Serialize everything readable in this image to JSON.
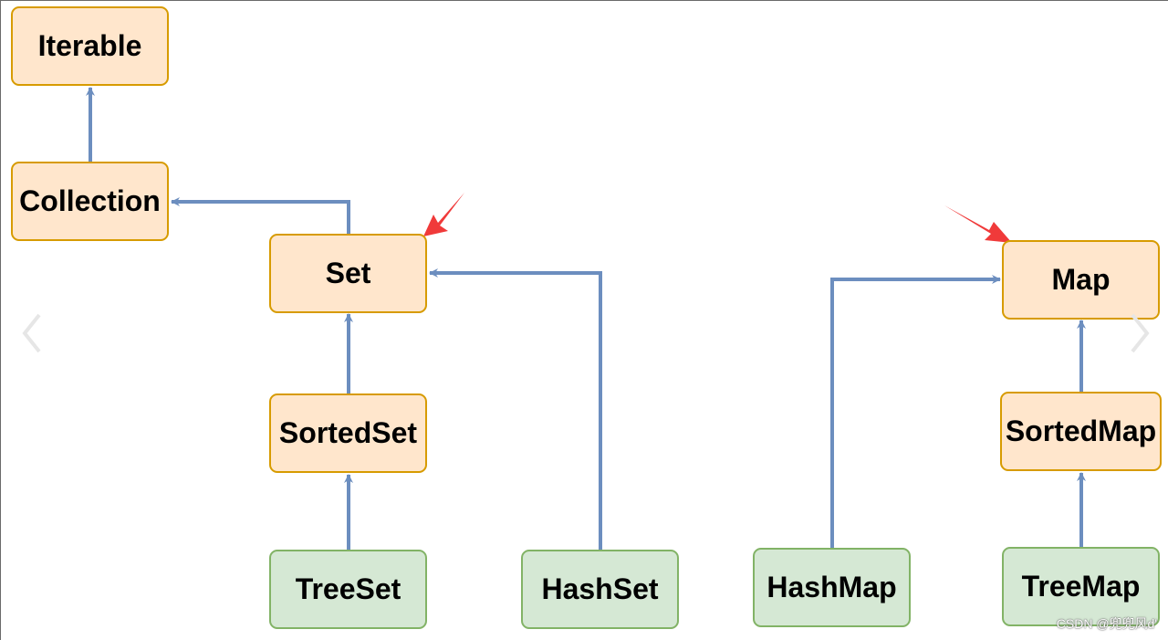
{
  "nodes": {
    "iterable": "Iterable",
    "collection": "Collection",
    "set": "Set",
    "sorted_set": "SortedSet",
    "tree_set": "TreeSet",
    "hash_set": "HashSet",
    "hash_map": "HashMap",
    "map": "Map",
    "sorted_map": "SortedMap",
    "tree_map": "TreeMap"
  },
  "colors": {
    "interface_fill": "#ffe6cc",
    "interface_border": "#d79b00",
    "class_fill": "#d5e8d4",
    "class_border": "#82b366",
    "edge": "#6c8ebf",
    "highlight_arrow": "#f03a3a"
  },
  "watermark": "CSDN @兜兜风d'"
}
